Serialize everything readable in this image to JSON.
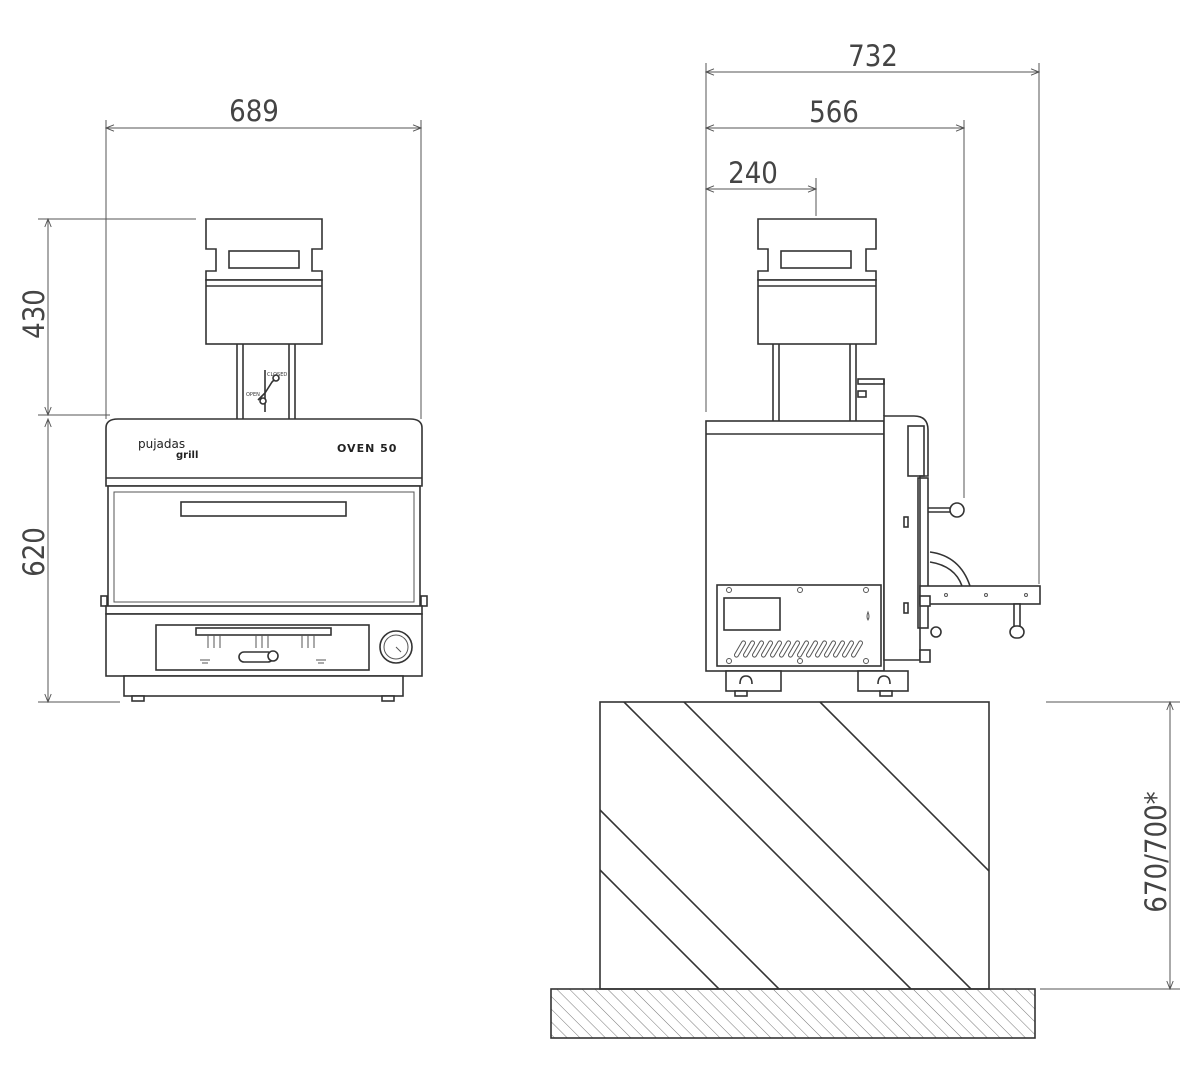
{
  "front_view": {
    "brand_line1": "pujadas",
    "brand_line2": "grill",
    "model": "OVEN 50",
    "valve_label_closed": "CLOSED",
    "valve_label_open": "OPEN",
    "dims": {
      "width": "689",
      "chimney_height": "430",
      "body_height": "620"
    }
  },
  "side_view": {
    "dims": {
      "overall_depth": "732",
      "door_depth": "566",
      "chimney_offset": "240",
      "counter_height": "670/700*"
    }
  },
  "colors": {
    "line": "#333333",
    "dimension": "#555555",
    "text": "#444444"
  }
}
